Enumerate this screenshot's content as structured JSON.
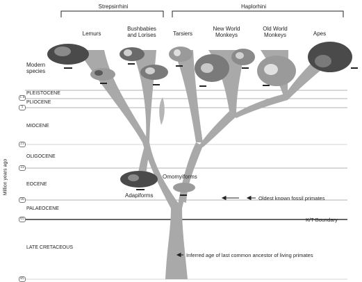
{
  "groups": {
    "strepsirrhini": "Strepsirrhini",
    "haplorhini": "Haplorhini"
  },
  "taxa": {
    "lemurs": "Lemurs",
    "bushbabies_line1": "Bushbabies",
    "bushbabies_line2": "and Lorises",
    "tarsiers": "Tarsiers",
    "nwm_line1": "New World",
    "nwm_line2": "Monkeys",
    "owm_line1": "Old World",
    "owm_line2": "Monkeys",
    "apes": "Apes"
  },
  "modern_species_line1": "Modern",
  "modern_species_line2": "species",
  "epochs": {
    "pleistocene": "PLEISTOCENE",
    "pliocene": "PLIOCENE",
    "miocene": "MIOCENE",
    "oligocene": "OLIGOCENE",
    "eocene": "EOCENE",
    "palaeocene": "PALAEOCENE",
    "late_cretaceous": "LATE CRETACEOUS"
  },
  "ticks": [
    "1.8",
    "5",
    "23",
    "33",
    "56",
    "65",
    "85"
  ],
  "y_axis_label": "Million years ago",
  "fossils": {
    "omomyiforms": "Omomyiforms",
    "adapiforms": "Adapiforms"
  },
  "annotations": {
    "oldest_fossil": "Oldest known fossil primates",
    "kt_boundary": "K/T-Boundary",
    "inferred_ancestor": "Inferred age of last common ancestor of living primates"
  },
  "colors": {
    "branch": "#a9a9a9",
    "skull_dark": "#4a4a4a",
    "skull_light": "#bdbdbd",
    "line": "#555555"
  }
}
